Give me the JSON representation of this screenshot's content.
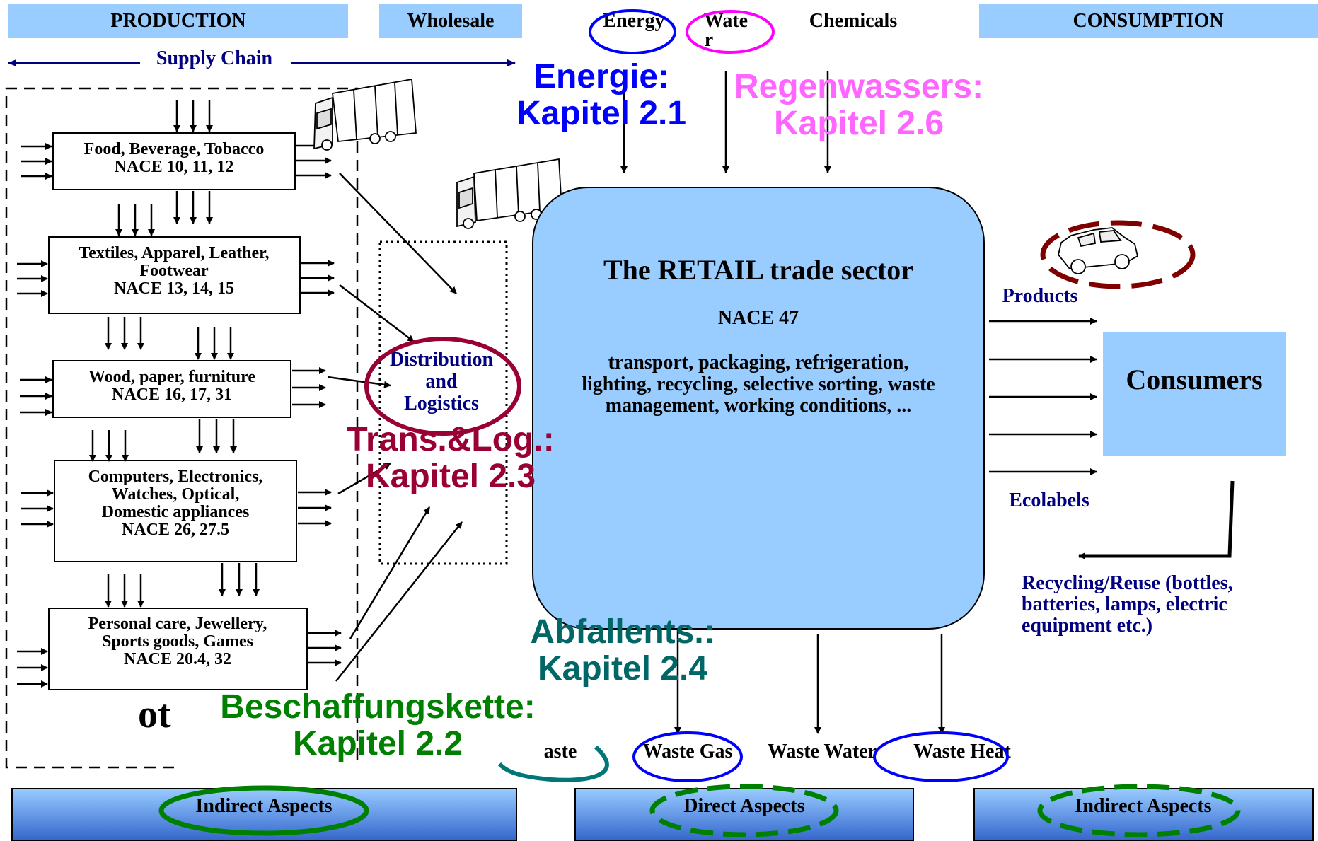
{
  "header": {
    "production": "PRODUCTION",
    "wholesale": "Wholesale",
    "energy": "Energy",
    "water_line1": "Wate",
    "water_line2": "r",
    "chemicals": "Chemicals",
    "consumption": "CONSUMPTION"
  },
  "supply_chain": "Supply Chain",
  "sectors": [
    {
      "line1": "Food, Beverage, Tobacco",
      "line2": "NACE 10, 11, 12"
    },
    {
      "line1": "Textiles, Apparel, Leather,",
      "line2": "Footwear",
      "line3": "NACE 13, 14, 15"
    },
    {
      "line1": "Wood, paper, furniture",
      "line2": "NACE 16, 17, 31"
    },
    {
      "line1": "Computers, Electronics,",
      "line2": "Watches, Optical,",
      "line3": "Domestic appliances",
      "line4": "NACE 26, 27.5"
    },
    {
      "line1": "Personal care, Jewellery,",
      "line2": "Sports goods, Games",
      "line3": "NACE 20.4, 32"
    }
  ],
  "others_partial": "ot",
  "ellipsis": "…",
  "distribution": {
    "line1": "Distribution",
    "line2": "and",
    "line3": "Logistics"
  },
  "retail": {
    "title": "The RETAIL trade sector",
    "nace": "NACE 47",
    "line1": "transport, packaging, refrigeration,",
    "line2": "lighting, recycling, selective sorting, waste",
    "line3": "management, working conditions, ..."
  },
  "right": {
    "products": "Products",
    "consumers": "Consumers",
    "ecolabels": "Ecolabels",
    "recycling_line1": "Recycling/Reuse (bottles,",
    "recycling_line2": "batteries, lamps, electric",
    "recycling_line3": "equipment etc.)"
  },
  "outputs": {
    "waste_partial": "aste",
    "waste_gas": "Waste Gas",
    "waste_water": "Waste Water",
    "waste_heat": "Waste Heat"
  },
  "aspects": {
    "left": "Indirect Aspects",
    "middle": "Direct Aspects",
    "right": "Indirect Aspects"
  },
  "annotations": {
    "energie_1": "Energie:",
    "energie_2": "Kapitel 2.1",
    "regen_1": "Regenwassers:",
    "regen_2": "Kapitel 2.6",
    "trans_1": "Trans.&Log.:",
    "trans_2": "Kapitel 2.3",
    "abfall_1": "Abfallents.:",
    "abfall_2": "Kapitel 2.4",
    "beschaff_1": "Beschaffungskette:",
    "beschaff_2": "Kapitel 2.2"
  },
  "colors": {
    "header_fill": "#99ccff",
    "retail_fill": "#99ccff",
    "navy": "#000080",
    "blue": "#0000ff",
    "pink": "#ff66ff",
    "maroon": "#990033",
    "teal": "#006666",
    "green": "#008000",
    "darkred": "#800000"
  }
}
